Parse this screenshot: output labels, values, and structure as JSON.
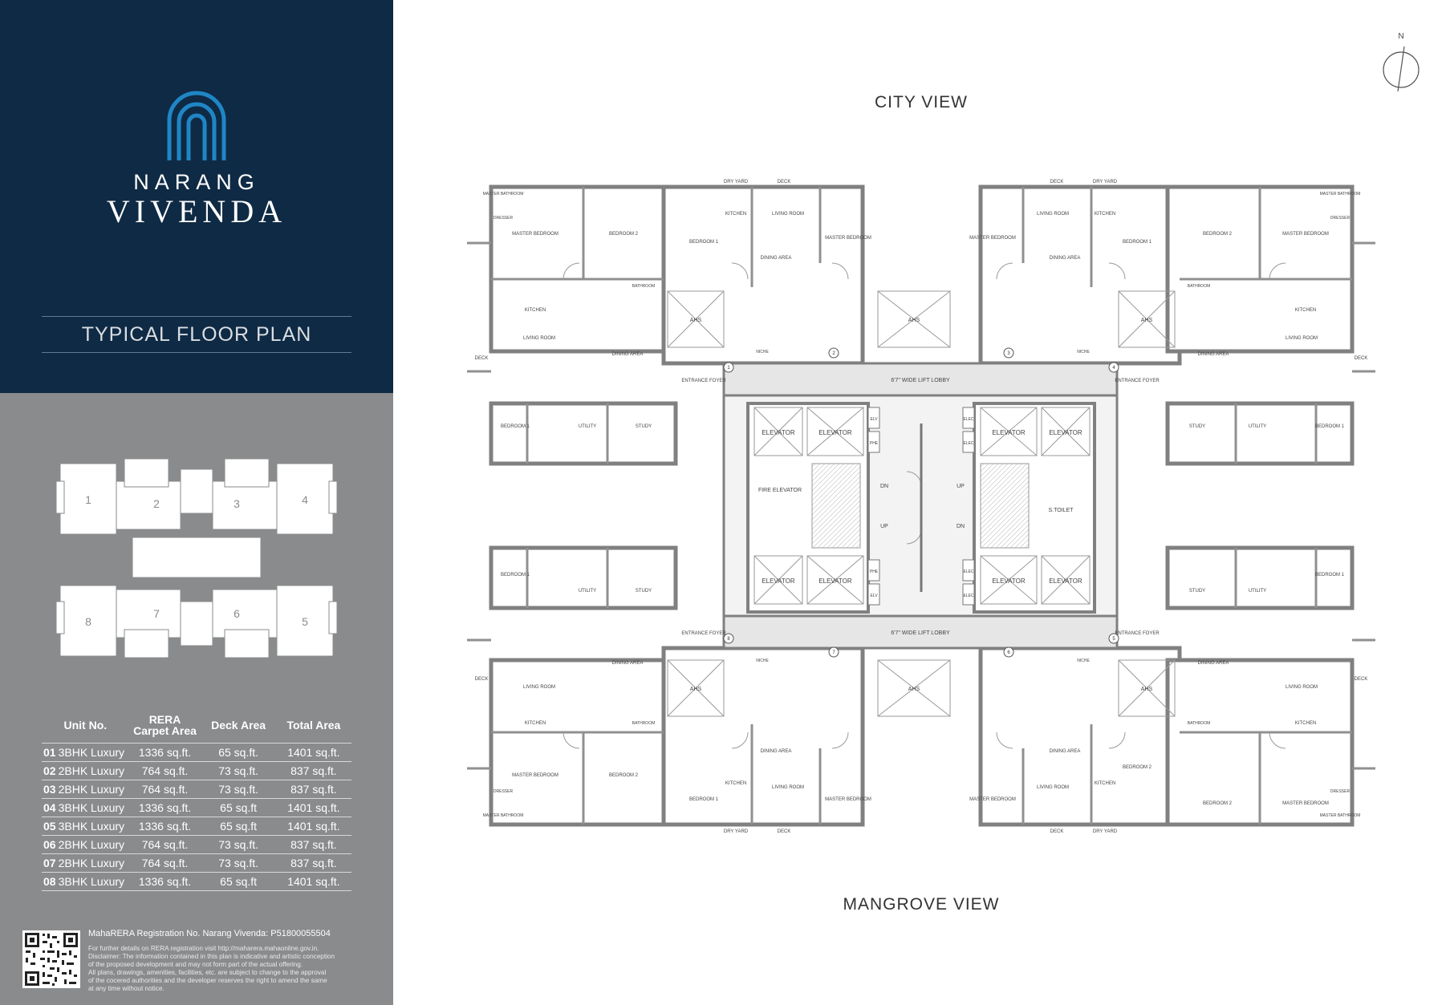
{
  "brand": {
    "name_line1": "NARANG",
    "name_line2": "VIVENDA",
    "accent_color": "#1f86c6",
    "panel_color": "#0f2a44"
  },
  "plan_title": "TYPICAL FLOOR PLAN",
  "keyplan": {
    "units": [
      "1",
      "2",
      "3",
      "4",
      "5",
      "6",
      "7",
      "8"
    ]
  },
  "table": {
    "headers": {
      "unit_no": "Unit No.",
      "rera_line1": "RERA",
      "rera_line2": "Carpet Area",
      "deck_area": "Deck Area",
      "total_area": "Total Area"
    },
    "rows": [
      {
        "num": "01",
        "type": "3BHK Luxury",
        "carpet": "1336 sq.ft.",
        "deck": "65 sq.ft.",
        "total": "1401 sq.ft."
      },
      {
        "num": "02",
        "type": "2BHK Luxury",
        "carpet": "764 sq.ft.",
        "deck": "73 sq.ft.",
        "total": "837 sq.ft."
      },
      {
        "num": "03",
        "type": "2BHK Luxury",
        "carpet": "764 sq.ft.",
        "deck": "73 sq.ft.",
        "total": "837 sq.ft."
      },
      {
        "num": "04",
        "type": "3BHK Luxury",
        "carpet": "1336 sq.ft.",
        "deck": "65 sq.ft",
        "total": "1401 sq.ft."
      },
      {
        "num": "05",
        "type": "3BHK Luxury",
        "carpet": "1336 sq.ft.",
        "deck": "65 sq.ft",
        "total": "1401 sq.ft."
      },
      {
        "num": "06",
        "type": "2BHK Luxury",
        "carpet": "764 sq.ft.",
        "deck": "73 sq.ft.",
        "total": "837 sq.ft."
      },
      {
        "num": "07",
        "type": "2BHK Luxury",
        "carpet": "764 sq.ft.",
        "deck": "73 sq.ft.",
        "total": "837 sq.ft."
      },
      {
        "num": "08",
        "type": "3BHK Luxury",
        "carpet": "1336 sq.ft.",
        "deck": "65 sq.ft",
        "total": "1401 sq.ft."
      }
    ]
  },
  "footer": {
    "rera_registration": "MahaRERA Registration No. Narang Vivenda: P51800055504",
    "disclaimer_lines": [
      "For further details on RERA registration visit http://maharera.mahaonline.gov.in.",
      "Disclaimer: The information contained in this plan is indicative and artistic conception",
      "of the proposed development and may not form part of the actual offering.",
      "All plans, drawings, amenities, facilities, etc. are subject to change to the approval",
      "of the cocered authorities and the developer reserves the right to amend the same",
      "at any time without notice."
    ]
  },
  "compass_label": "N",
  "views": {
    "top": "CITY VIEW",
    "bottom": "MANGROVE VIEW"
  },
  "floorplan": {
    "lift_lobby": "6'7\" WIDE LIFT LOBBY",
    "elevator": "ELEVATOR",
    "fire_elevator": "FIRE ELEVATOR",
    "toilet": "S.TOILET",
    "stair_up": "UP",
    "stair_down": "DN",
    "elv": "ELV",
    "phe": "PHE",
    "elec": "ELEC",
    "entrance_foyer": "ENTRANCE FOYER",
    "ahs": "AHS",
    "niche": "NICHE",
    "rooms": {
      "master_bedroom": "MASTER BEDROOM",
      "bedroom_1": "BEDROOM 1",
      "bedroom_2": "BEDROOM 2",
      "living_room": "LIVING ROOM",
      "dining_area": "DINING AREA",
      "kitchen": "KITCHEN",
      "deck": "DECK",
      "dry_yard": "DRY YARD",
      "study": "STUDY",
      "utility": "UTILITY",
      "bathroom": "BATHROOM",
      "dresser": "DRESSER",
      "master_bathroom": "MASTER BATHROOM"
    },
    "unit_markers": [
      "1",
      "2",
      "3",
      "4",
      "5",
      "6",
      "7",
      "8"
    ]
  }
}
